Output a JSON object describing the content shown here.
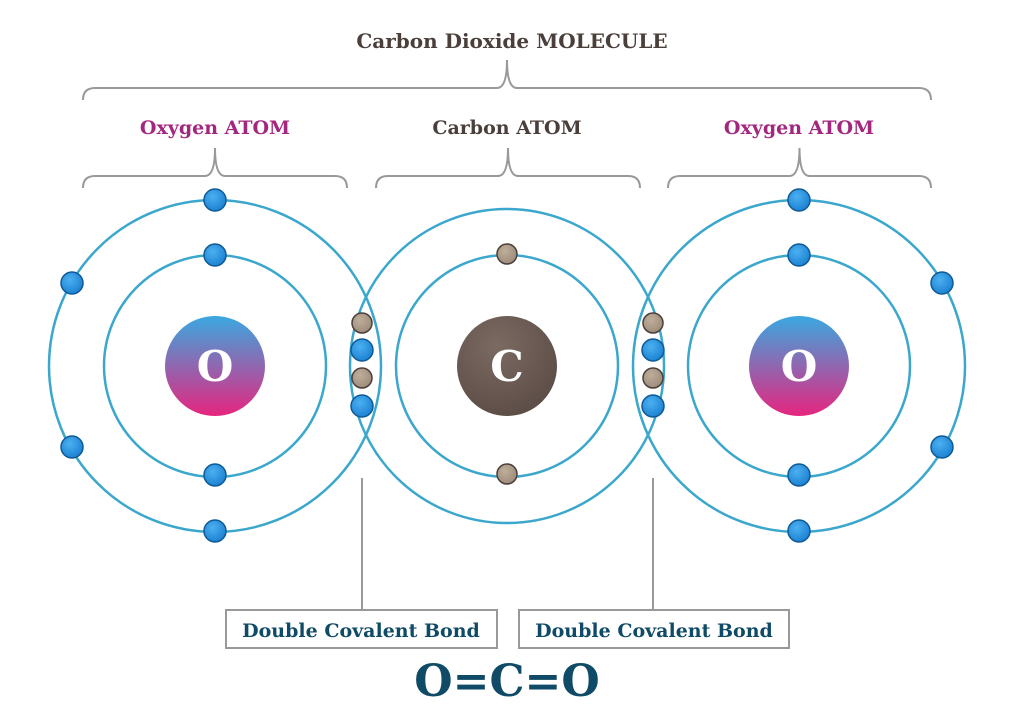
{
  "title": "Carbon Dioxide MOLECULE",
  "atoms": [
    {
      "label": "Oxygen ATOM",
      "symbol": "O",
      "kind": "oxygen"
    },
    {
      "label": "Carbon ATOM",
      "symbol": "C",
      "kind": "carbon"
    },
    {
      "label": "Oxygen ATOM",
      "symbol": "O",
      "kind": "oxygen"
    }
  ],
  "bonds": [
    {
      "label": "Double Covalent Bond"
    },
    {
      "label": "Double Covalent Bond"
    }
  ],
  "formula": "O=C=O",
  "colors": {
    "title": "#4a3f3a",
    "oxygen_label": "#a3267f",
    "carbon_label": "#4a3f3a",
    "orbit": "#3ba7cc",
    "electron_blue": "#1a7fd0",
    "electron_brown": "#9b8a78",
    "carbon_nucleus": "#5a4a44",
    "oxygen_top": "#3aa8e0",
    "oxygen_bottom": "#e6257f",
    "bond_text": "#0f4a66",
    "bracket": "#999999"
  }
}
